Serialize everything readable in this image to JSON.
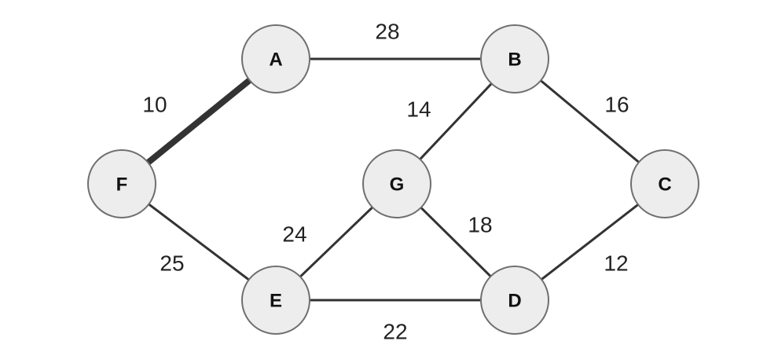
{
  "graph": {
    "nodes": {
      "A": {
        "label": "A"
      },
      "B": {
        "label": "B"
      },
      "C": {
        "label": "C"
      },
      "D": {
        "label": "D"
      },
      "E": {
        "label": "E"
      },
      "F": {
        "label": "F"
      },
      "G": {
        "label": "G"
      }
    },
    "edges": [
      {
        "from": "A",
        "to": "B",
        "weight": "28",
        "highlighted": false
      },
      {
        "from": "A",
        "to": "F",
        "weight": "10",
        "highlighted": true
      },
      {
        "from": "B",
        "to": "G",
        "weight": "14",
        "highlighted": false
      },
      {
        "from": "B",
        "to": "C",
        "weight": "16",
        "highlighted": false
      },
      {
        "from": "F",
        "to": "E",
        "weight": "25",
        "highlighted": false
      },
      {
        "from": "G",
        "to": "E",
        "weight": "24",
        "highlighted": false
      },
      {
        "from": "G",
        "to": "D",
        "weight": "18",
        "highlighted": false
      },
      {
        "from": "C",
        "to": "D",
        "weight": "12",
        "highlighted": false
      },
      {
        "from": "E",
        "to": "D",
        "weight": "22",
        "highlighted": false
      }
    ],
    "colors": {
      "highlight": "#d9372a",
      "edge": "#333333",
      "node_fill": "#ededed",
      "node_stroke": "#6f6f6f"
    }
  }
}
